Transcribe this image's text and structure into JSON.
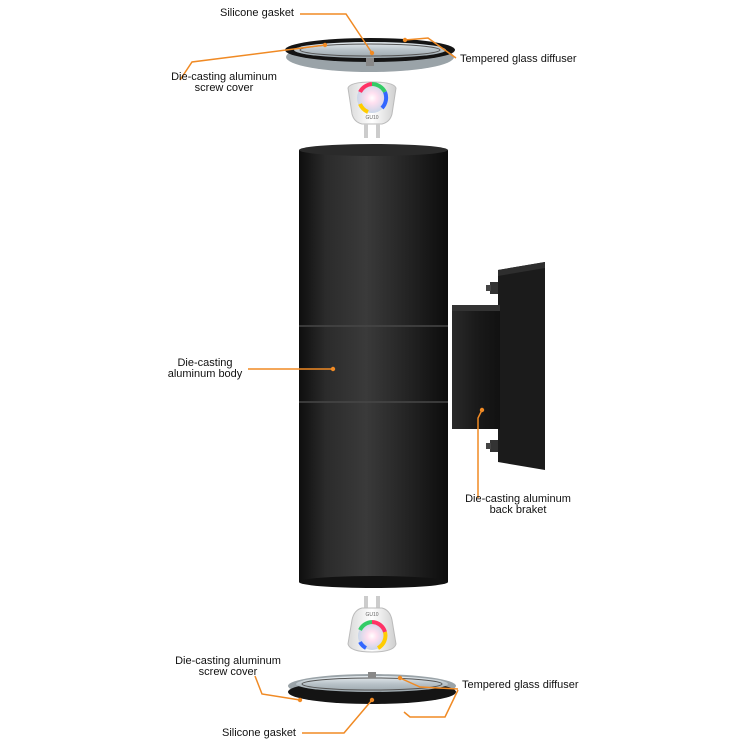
{
  "colors": {
    "leader": "#f08a24",
    "body": "#1c1c1c",
    "text": "#111111"
  },
  "labels": {
    "top_gasket": "Silicone gasket",
    "top_diffuser": "Tempered glass diffuser",
    "top_cover_line1": "Die-casting aluminum",
    "top_cover_line2": "screw cover",
    "body_line1": "Die-casting",
    "body_line2": "aluminum body",
    "bracket_line1": "Die-casting aluminum",
    "bracket_line2": "back braket",
    "bottom_cover_line1": "Die-casting aluminum",
    "bottom_cover_line2": "screw cover",
    "bottom_diffuser": "Tempered glass diffuser",
    "bottom_gasket": "Silicone gasket"
  },
  "bulb_text": "GU10"
}
